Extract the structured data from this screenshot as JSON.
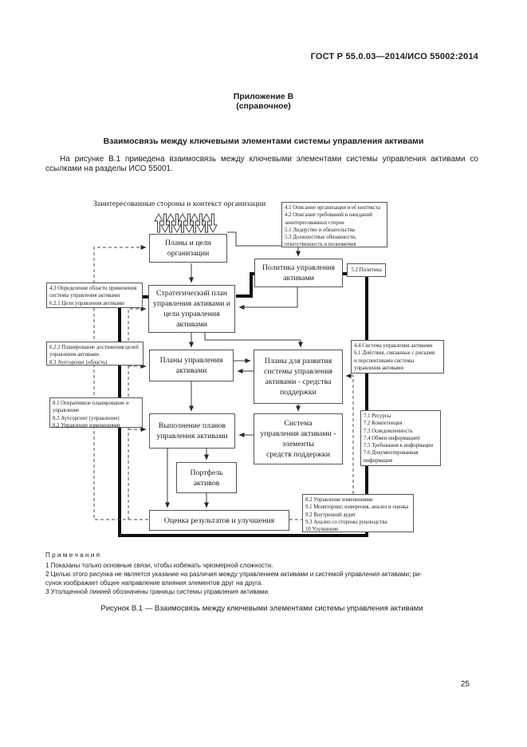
{
  "page": {
    "standard": "ГОСТ Р 55.0.03—2014/ИСО 55002:2014",
    "appendix_label": "Приложение В",
    "appendix_kind": "(справочное)",
    "title": "Взаимосвязь между ключевыми элементами системы управления активами",
    "intro": "На рисунке В.1 приведена взаимосвязь между ключевыми элементами системы управления активами со ссылками на разделы ИСО 55001.",
    "page_number": "25"
  },
  "diagram": {
    "stakeholders_label": "Заинтересованные стороны и контекст организации",
    "boxes": {
      "org_plans": "Планы и цели\nорганизации",
      "policy": "Политика управления\nактивами",
      "samp": "Стратегический план\nуправления активами и\nцели управления\nактивами",
      "am_plans": "Планы управления\nактивами",
      "dev_plans": "Планы для развития\nсистемы управления\nактивами - средства\nподдержки",
      "implementation": "Выполнение планов\nуправления активами",
      "ams_support": "Система\nуправления активами -\nэлементы\nсредств поддержки",
      "portfolio": "Портфель\nактивов",
      "evaluation": "Оценка результатов и улучшения"
    },
    "refs": {
      "context": "4.1 Описание организации и её контекста\n4.2 Описание требований и ожиданий\nзаинтересованных сторон\n5.1 Лидерство и обязательства\n5.3 Должностные обязанности,\nответственность и полномочия",
      "policy": "5.2 Политика",
      "scope": "4.3 Определение области применения\nсистемы управления активами\n6.2.1 Цели управления активами",
      "planning": "6.2.2 Планирование достижения целей\nуправления активами\n8.3 Аутсорсинг (область)",
      "operation": "8.1 Оперативное планирование и\nуправление\n8.3 Аутсорсинг (управление)\n8.2 Управление изменениями",
      "ams": "4.4 Система управления активами\n6.1 Действия, связанные с рисками\nи перспективами системы\nуправления активами",
      "support": "7.1 Ресурсы\n7.2 Компетенция\n7.3 Осведомленность\n7.4 Обмен информацией\n7.5 Требования к информации\n7.6 Документированная\nинформация",
      "evaluation": "8.2 Управление изменениями\n9.1 Мониторинг, измерения, анализ и оценка\n9.2 Внутренний аудит\n9.3 Анализ со стороны руководства\n10 Улучшение"
    }
  },
  "notes": {
    "heading": "П р и м е ч а н и я",
    "items": [
      "1 Показаны только основные связи, чтобы избежать чрезмерной сложности.",
      "2 Целью этого рисунка не является указание на различия между управлением активами и системой управления активами; ри-\nсунок изображает общее направление влияния элементов друг на друга.",
      "3 Утолщенной линией обозначены границы системы управления активами."
    ]
  },
  "figure_caption": "Рисунок В.1 — Взаимосвязь между ключевыми элементами системы управления активами"
}
